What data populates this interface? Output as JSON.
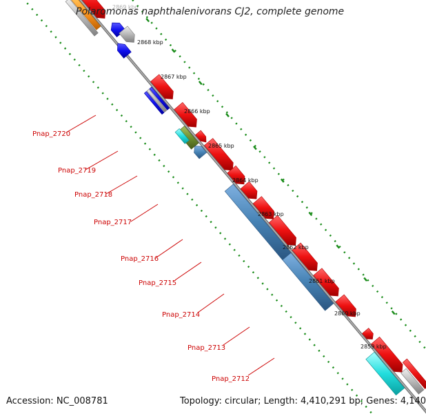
{
  "title": "Polaromonas naphthalenivorans CJ2, complete genome",
  "footer": {
    "accession": "Accession: NC_008781",
    "topology": "Topology: circular; Length: 4,410,291 bp; Genes: 4,140"
  },
  "ticks": [
    "2869 kbp",
    "2868 kbp",
    "2867 kbp",
    "2866 kbp",
    "2865 kbp",
    "2864 kbp",
    "2863 kbp",
    "2862 kbp",
    "2861 kbp",
    "2860 kbp",
    "2859 kbp"
  ],
  "gene_labels": [
    "Pnap_2720",
    "Pnap_2719",
    "Pnap_2718",
    "Pnap_2717",
    "Pnap_2716",
    "Pnap_2715",
    "Pnap_2714",
    "Pnap_2713",
    "Pnap_2712"
  ],
  "colors": {
    "backbone": "#888888",
    "tick_marks": "#1a8c1a",
    "label_text": "#cc0000",
    "red_gene": "#ee1111",
    "blue_gene": "#3f7fbf",
    "cyan_gene": "#22dddd",
    "olive_gene": "#6f8f2f",
    "navy_gene": "#1a1aa0",
    "gray_gene": "#b0b0b0",
    "orange_gene": "#ff9922"
  }
}
